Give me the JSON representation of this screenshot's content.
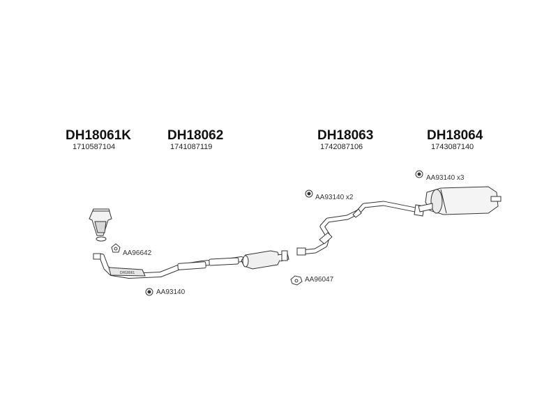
{
  "parts": [
    {
      "code": "DH18061K",
      "number": "1710587104"
    },
    {
      "code": "DH18062",
      "number": "1741087119"
    },
    {
      "code": "DH18063",
      "number": "1742087106"
    },
    {
      "code": "DH18064",
      "number": "1743087140"
    }
  ],
  "callouts": {
    "rubber_mount_1": "AA93140",
    "gasket_1": "AA96642",
    "rubber_mount_2": "AA93140 x2",
    "gasket_2": "AA96047",
    "rubber_mount_3": "AA93140 x3"
  },
  "labels": {
    "front_pipe_stamp": "DH18061"
  }
}
